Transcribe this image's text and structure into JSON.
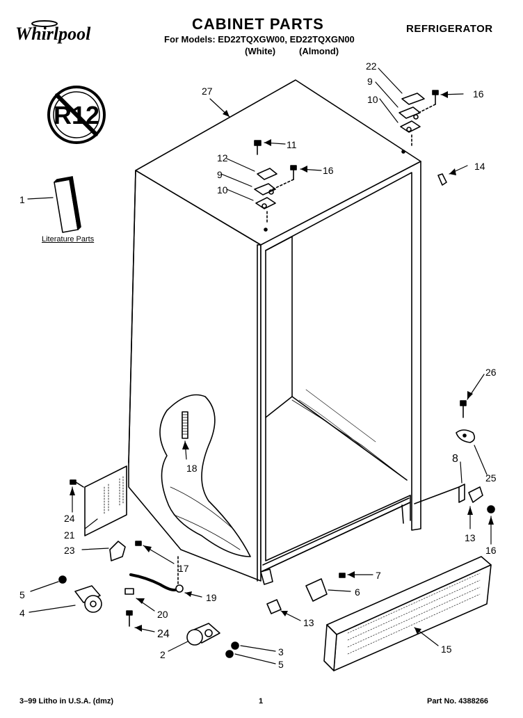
{
  "header": {
    "brand": "Whirlpool",
    "title": "CABINET PARTS",
    "models_line": "For Models: ED22TQXGW00, ED22TQXGN00",
    "variant_white": "(White)",
    "variant_almond": "(Almond)",
    "category": "REFRIGERATOR"
  },
  "badge": {
    "text": "R12"
  },
  "literature": {
    "label": "Literature Parts"
  },
  "callouts": {
    "c1": "1",
    "c27": "27",
    "c22": "22",
    "c9a": "9",
    "c10a": "10",
    "c16a": "16",
    "c11": "11",
    "c12": "12",
    "c9b": "9",
    "c16b": "16",
    "c10b": "10",
    "c14": "14",
    "c26": "26",
    "c18": "18",
    "c8": "8",
    "c25": "25",
    "c24a": "24",
    "c21": "21",
    "c23": "23",
    "c17": "17",
    "c13a": "13",
    "c16c": "16",
    "c7": "7",
    "c5a": "5",
    "c6": "6",
    "c19": "19",
    "c4": "4",
    "c20": "20",
    "c13b": "13",
    "c24b": "24",
    "c15": "15",
    "c2": "2",
    "c3": "3",
    "c5b": "5"
  },
  "footer": {
    "left": "3–99 Litho in U.S.A. (dmz)",
    "center": "1",
    "right": "Part No. 4388266"
  }
}
